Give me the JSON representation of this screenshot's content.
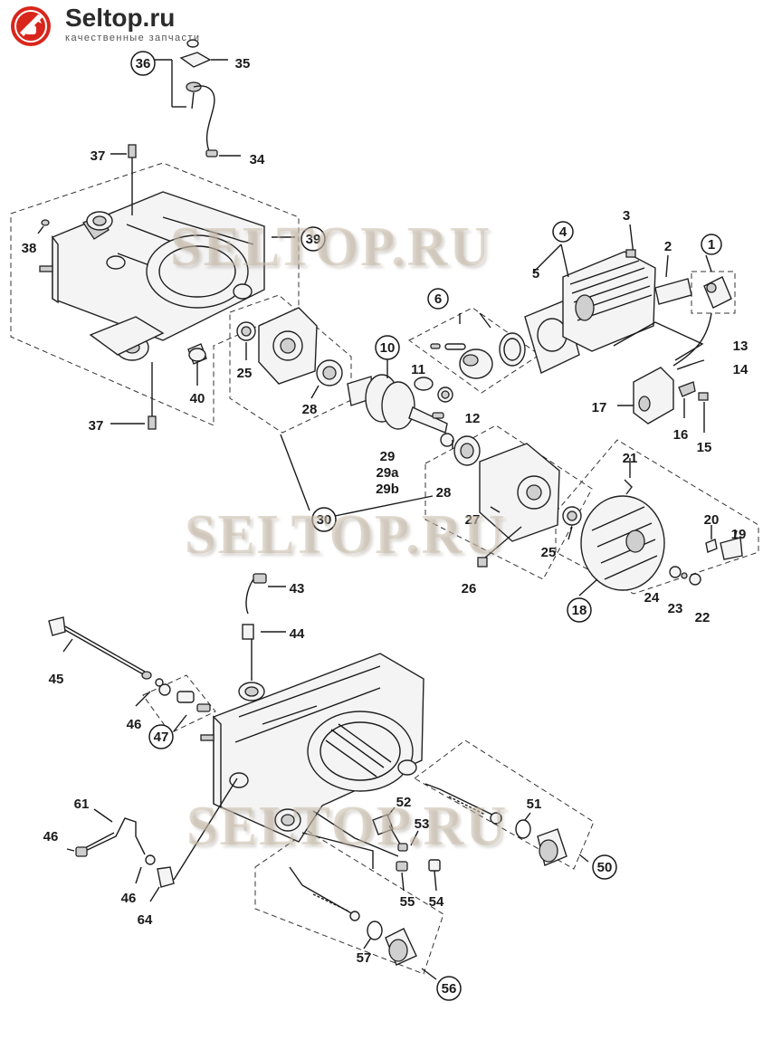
{
  "brand": {
    "title": "Seltop.ru",
    "subtitle": "качественные запчасти",
    "watermark": "SELTOP.RU",
    "accent_color": "#d9261c"
  },
  "labels": [
    {
      "id": "1",
      "circled": true
    },
    {
      "id": "2",
      "circled": false
    },
    {
      "id": "3",
      "circled": false
    },
    {
      "id": "4",
      "circled": true
    },
    {
      "id": "5",
      "circled": false
    },
    {
      "id": "6",
      "circled": true
    },
    {
      "id": "10",
      "circled": true
    },
    {
      "id": "11",
      "circled": false
    },
    {
      "id": "12",
      "circled": false
    },
    {
      "id": "13",
      "circled": false
    },
    {
      "id": "14",
      "circled": false
    },
    {
      "id": "15",
      "circled": false
    },
    {
      "id": "16",
      "circled": false
    },
    {
      "id": "17",
      "circled": false
    },
    {
      "id": "18",
      "circled": true
    },
    {
      "id": "19",
      "circled": false
    },
    {
      "id": "20",
      "circled": false
    },
    {
      "id": "21",
      "circled": false
    },
    {
      "id": "22",
      "circled": false
    },
    {
      "id": "23",
      "circled": false
    },
    {
      "id": "24",
      "circled": false
    },
    {
      "id": "25",
      "circled": false
    },
    {
      "id": "25b",
      "text": "25",
      "circled": false
    },
    {
      "id": "26",
      "circled": false
    },
    {
      "id": "27",
      "circled": false
    },
    {
      "id": "28",
      "circled": false
    },
    {
      "id": "28b",
      "text": "28",
      "circled": false
    },
    {
      "id": "29",
      "circled": false
    },
    {
      "id": "29a",
      "circled": false
    },
    {
      "id": "29b",
      "circled": false
    },
    {
      "id": "30",
      "circled": true
    },
    {
      "id": "34",
      "circled": false
    },
    {
      "id": "35",
      "circled": false
    },
    {
      "id": "36",
      "circled": true
    },
    {
      "id": "37",
      "circled": false
    },
    {
      "id": "37b",
      "text": "37",
      "circled": false
    },
    {
      "id": "38",
      "circled": false
    },
    {
      "id": "39",
      "circled": true
    },
    {
      "id": "40",
      "circled": false
    },
    {
      "id": "43",
      "circled": false
    },
    {
      "id": "44",
      "circled": false
    },
    {
      "id": "45",
      "circled": false
    },
    {
      "id": "46",
      "circled": false
    },
    {
      "id": "46b",
      "text": "46",
      "circled": false
    },
    {
      "id": "46c",
      "text": "46",
      "circled": false
    },
    {
      "id": "47",
      "circled": true
    },
    {
      "id": "50",
      "circled": true
    },
    {
      "id": "51",
      "circled": false
    },
    {
      "id": "52",
      "circled": false
    },
    {
      "id": "53",
      "circled": false
    },
    {
      "id": "54",
      "circled": false
    },
    {
      "id": "55",
      "circled": false
    },
    {
      "id": "56",
      "circled": true
    },
    {
      "id": "57",
      "circled": false
    },
    {
      "id": "61",
      "circled": false
    },
    {
      "id": "64",
      "circled": false
    }
  ]
}
